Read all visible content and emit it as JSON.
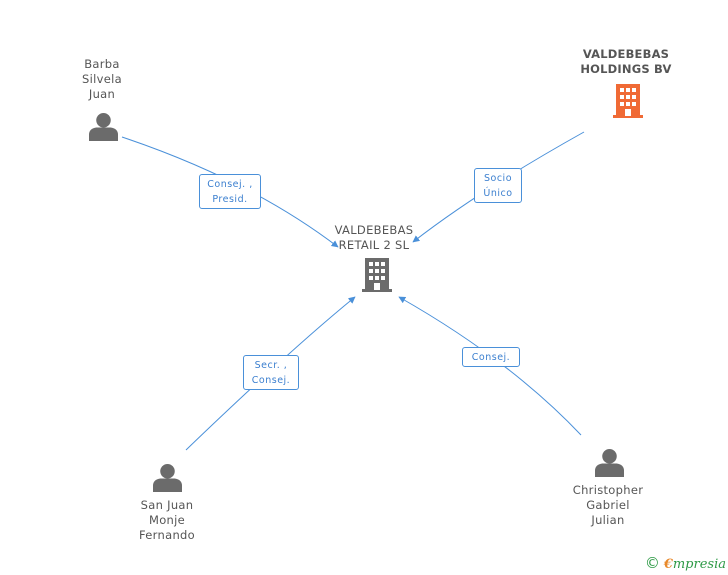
{
  "nodes": {
    "center": {
      "lines": [
        "VALDEBEBAS",
        "RETAIL 2  SL"
      ]
    },
    "holding": {
      "lines": [
        "VALDEBEBAS",
        "HOLDINGS BV"
      ]
    },
    "barba": {
      "lines": [
        "Barba",
        "Silvela",
        "Juan"
      ]
    },
    "sanjuan": {
      "lines": [
        "San Juan",
        "Monje",
        "Fernando"
      ]
    },
    "christopher": {
      "lines": [
        "Christopher",
        "Gabriel",
        "Julian"
      ]
    }
  },
  "relations": {
    "barba": [
      "Consej. ,",
      "Presid."
    ],
    "holding": [
      "Socio",
      "Único"
    ],
    "sanjuan": [
      "Secr. ,",
      "Consej."
    ],
    "christopher": [
      "Consej."
    ]
  },
  "brand": {
    "copyright": "©",
    "initial": "€",
    "rest": "mpresia"
  },
  "colors": {
    "line": "#4a90d9",
    "person": "#6b6b6b",
    "company_center": "#6b6b6b",
    "company_holding": "#f06a35"
  },
  "icons": {
    "person": "person-icon",
    "company": "building-icon"
  }
}
